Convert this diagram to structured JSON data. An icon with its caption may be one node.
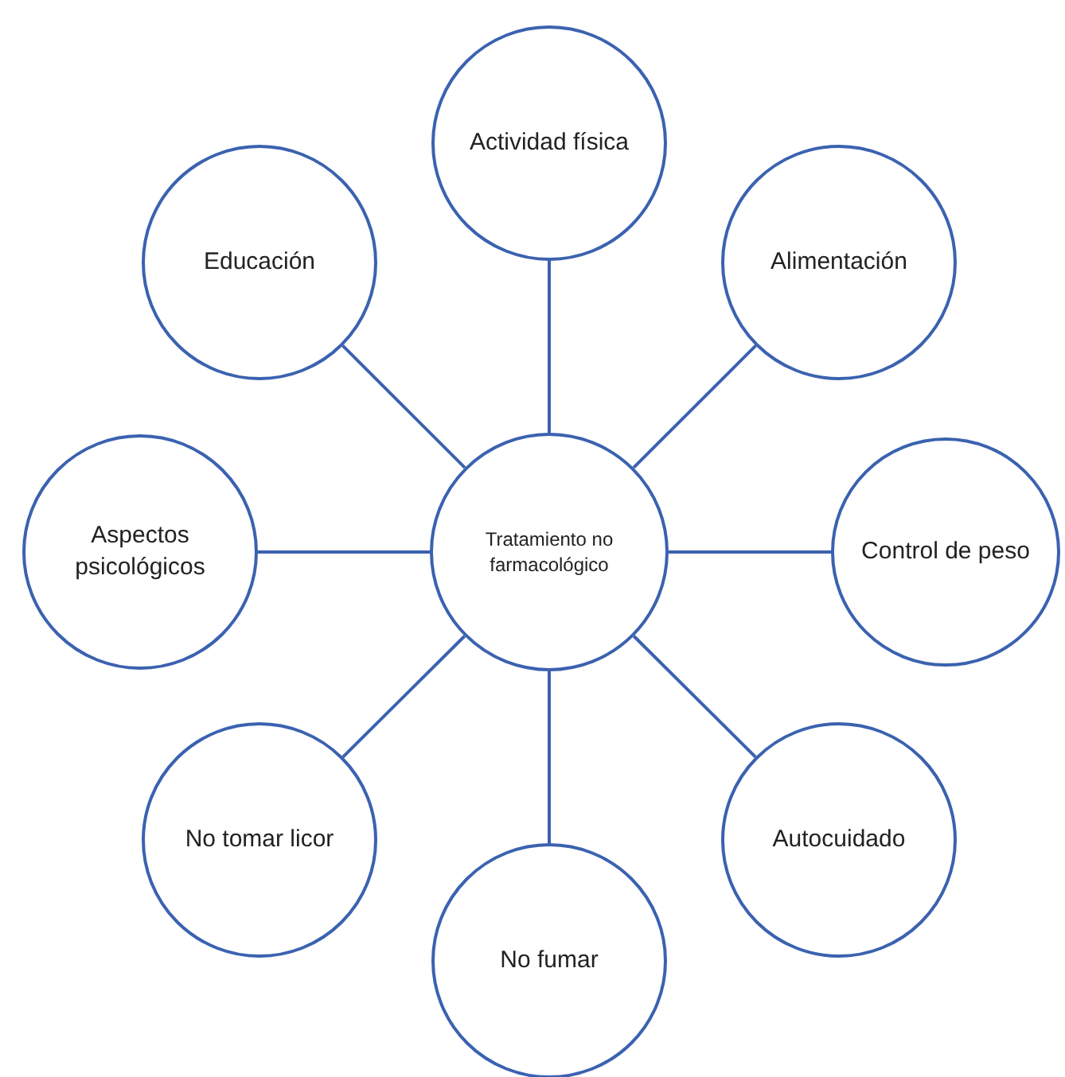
{
  "diagram": {
    "nodes": [
      {
        "text": [
          "Tratamiento no farmacológico"
        ]
      },
      {
        "text": [
          "Actividad física"
        ]
      },
      {
        "text": [
          "Alimentación"
        ]
      },
      {
        "text": [
          "Control de peso"
        ]
      },
      {
        "text": [
          "Autocuidado"
        ]
      },
      {
        "text": [
          "No fumar"
        ]
      },
      {
        "text": [
          "No tomar licor"
        ]
      },
      {
        "text": [
          "Aspectos psicológicos"
        ]
      },
      {
        "text": [
          "Educación"
        ]
      }
    ],
    "edges": [
      {
        "from": 0,
        "to": 1,
        "arrow": "none"
      },
      {
        "from": 0,
        "to": 2,
        "arrow": "none"
      },
      {
        "from": 0,
        "to": 3,
        "arrow": "none"
      },
      {
        "from": 0,
        "to": 4,
        "arrow": "none"
      },
      {
        "from": 0,
        "to": 5,
        "arrow": "none"
      },
      {
        "from": 0,
        "to": 6,
        "arrow": "none"
      },
      {
        "from": 0,
        "to": 7,
        "arrow": "none"
      },
      {
        "from": 0,
        "to": 8,
        "arrow": "none"
      }
    ]
  }
}
